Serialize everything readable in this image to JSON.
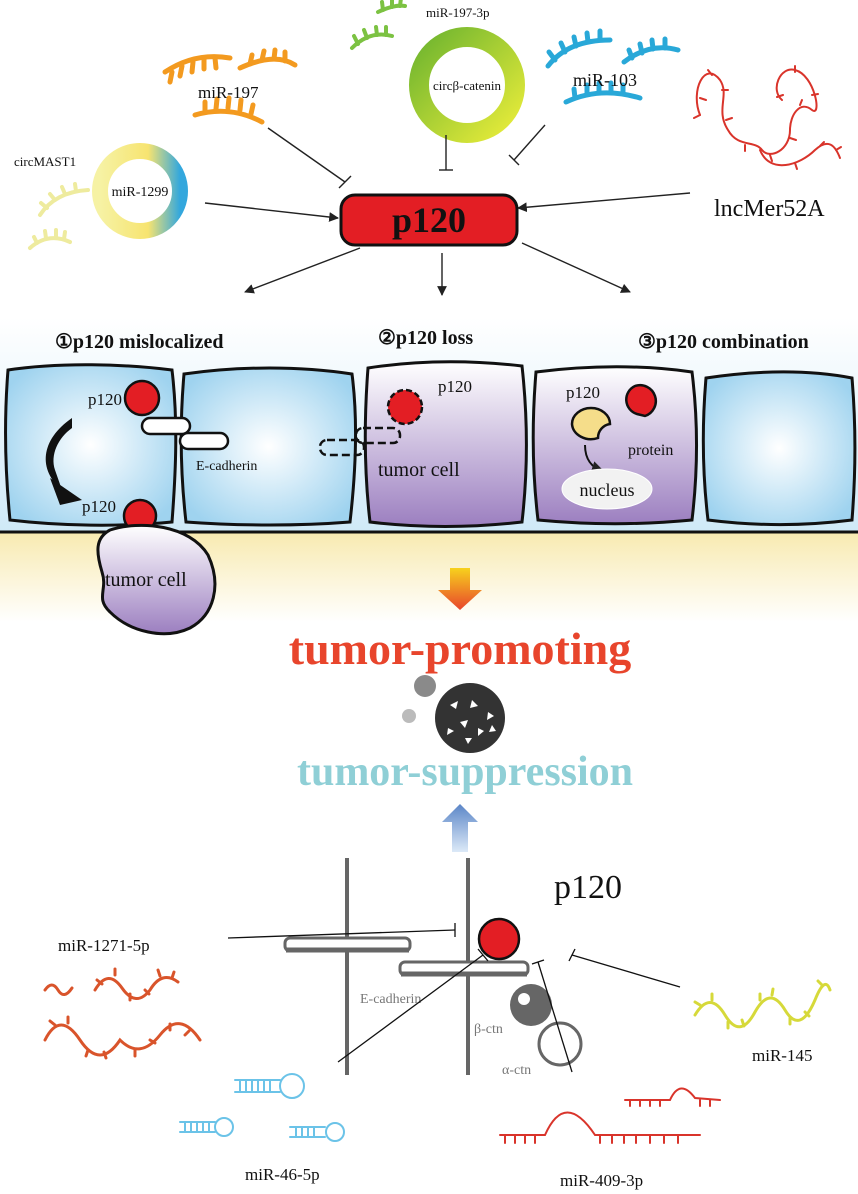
{
  "regulators_top": {
    "mir197": "miR-197",
    "mir197_3p": "miR-197-3p",
    "circ_beta_catenin": "circβ-catenin",
    "mir103": "miR-103",
    "circmast1": "circMAST1",
    "mir1299": "miR-1299",
    "lncmer52a": "lncMer52A"
  },
  "center_label": "p120",
  "scenarios": {
    "s1_title": "①p120 mislocalized",
    "s2_title": "②p120 loss",
    "s3_title": "③p120 combination"
  },
  "cells": {
    "p120_a": "p120",
    "p120_b": "p120",
    "ecadherin": "E-cadherin",
    "p120_c": "p120",
    "tumor_cell_1": "tumor cell",
    "p120_d": "p120",
    "protein": "protein",
    "nucleus": "nucleus",
    "tumor_cell_2": "tumor cell"
  },
  "outcomes": {
    "promoting": "tumor-promoting",
    "suppression": "tumor-suppression"
  },
  "bottom": {
    "p120": "p120",
    "mir1271": "miR-1271-5p",
    "ecadherin": "E-cadherin",
    "beta_ctn": "β-ctn",
    "alpha_ctn": "α-ctn",
    "mir145": "miR-145",
    "mir46": "miR-46-5p",
    "mir409": "miR-409-3p"
  },
  "colors": {
    "p120_red": "#e31e24",
    "cell_blue": "#bfe3f5",
    "tumor_purple": "#a78bc7",
    "promoting_red": "#e8452c",
    "suppression_teal": "#8fcfd6",
    "orange_rna": "#f39a1f",
    "green_rna": "#8dc63f",
    "blue_rna": "#29a8d8",
    "red_rna": "#d9342b",
    "yellow_rna": "#d6d93a"
  }
}
